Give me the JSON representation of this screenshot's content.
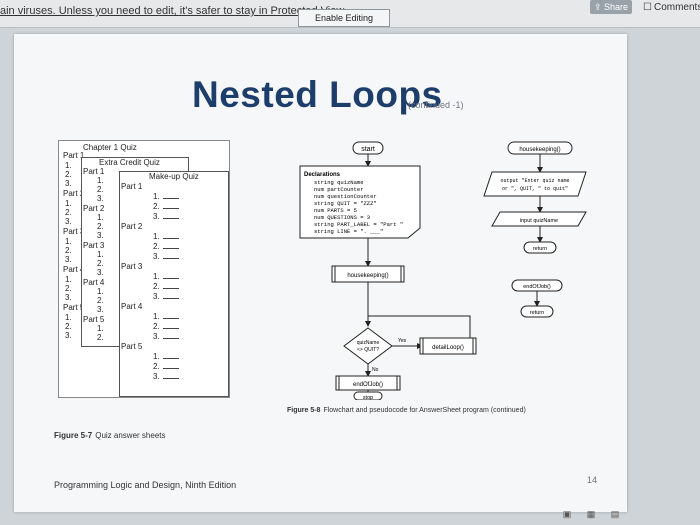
{
  "protected_view": {
    "message": "ain viruses. Unless you need to edit, it's safer to stay in Protected View.",
    "enable_label": "Enable Editing"
  },
  "top_right": {
    "share_label": "Share",
    "comments_label": "Comments"
  },
  "slide": {
    "title": "Nested Loops",
    "subtitle": "(continued -1)",
    "footer": "Programming Logic and Design, Ninth Edition",
    "page_number": "14"
  },
  "quiz": {
    "chapter": "Chapter 1 Quiz",
    "extra": "Extra Credit Quiz",
    "makeup": "Make-up Quiz",
    "p1": "Part 1",
    "p2": "Part 2",
    "p3": "Part 3",
    "p4": "Part 4",
    "p5": "Part 5",
    "n1": "1.",
    "n2": "2.",
    "n3": "3."
  },
  "figure_5_7": {
    "label": "Figure 5-7",
    "caption": "Quiz answer sheets"
  },
  "figure_5_8": {
    "label": "Figure 5-8",
    "caption": "Flowchart and pseudocode for AnswerSheet program (continued)"
  },
  "flowchart": {
    "start": "start",
    "declarations_title": "Declarations",
    "declarations": [
      "string quizName",
      "num partCounter",
      "num questionCounter",
      "string QUIT = \"ZZZ\"",
      "num PARTS = 5",
      "num QUESTIONS = 3",
      "string PART_LABEL = \"Part \"",
      "string LINE = \". ___\""
    ],
    "housekeeping_call": "housekeeping()",
    "decision_top": "quizName",
    "decision_bottom": "<> QUIT?",
    "yes": "Yes",
    "no": "No",
    "detail_loop": "detailLoop()",
    "end_of_job_call": "endOfJob()",
    "stop": "stop",
    "hk_header": "housekeeping()",
    "output_line1": "output \"Enter quiz name",
    "output_line2": "or \", QUIT, \" to quit\"",
    "input_text": "input quizName",
    "return1": "return",
    "eoj_header": "endOfJob()",
    "return2": "return"
  },
  "colors": {
    "title": "#1d3e6a",
    "slide_bg": "#f6f7f8",
    "frame": "#cfd4d8"
  },
  "icons": [
    "share-icon",
    "comment-icon",
    "normal-view-icon",
    "slide-sorter-icon",
    "reading-view-icon"
  ]
}
